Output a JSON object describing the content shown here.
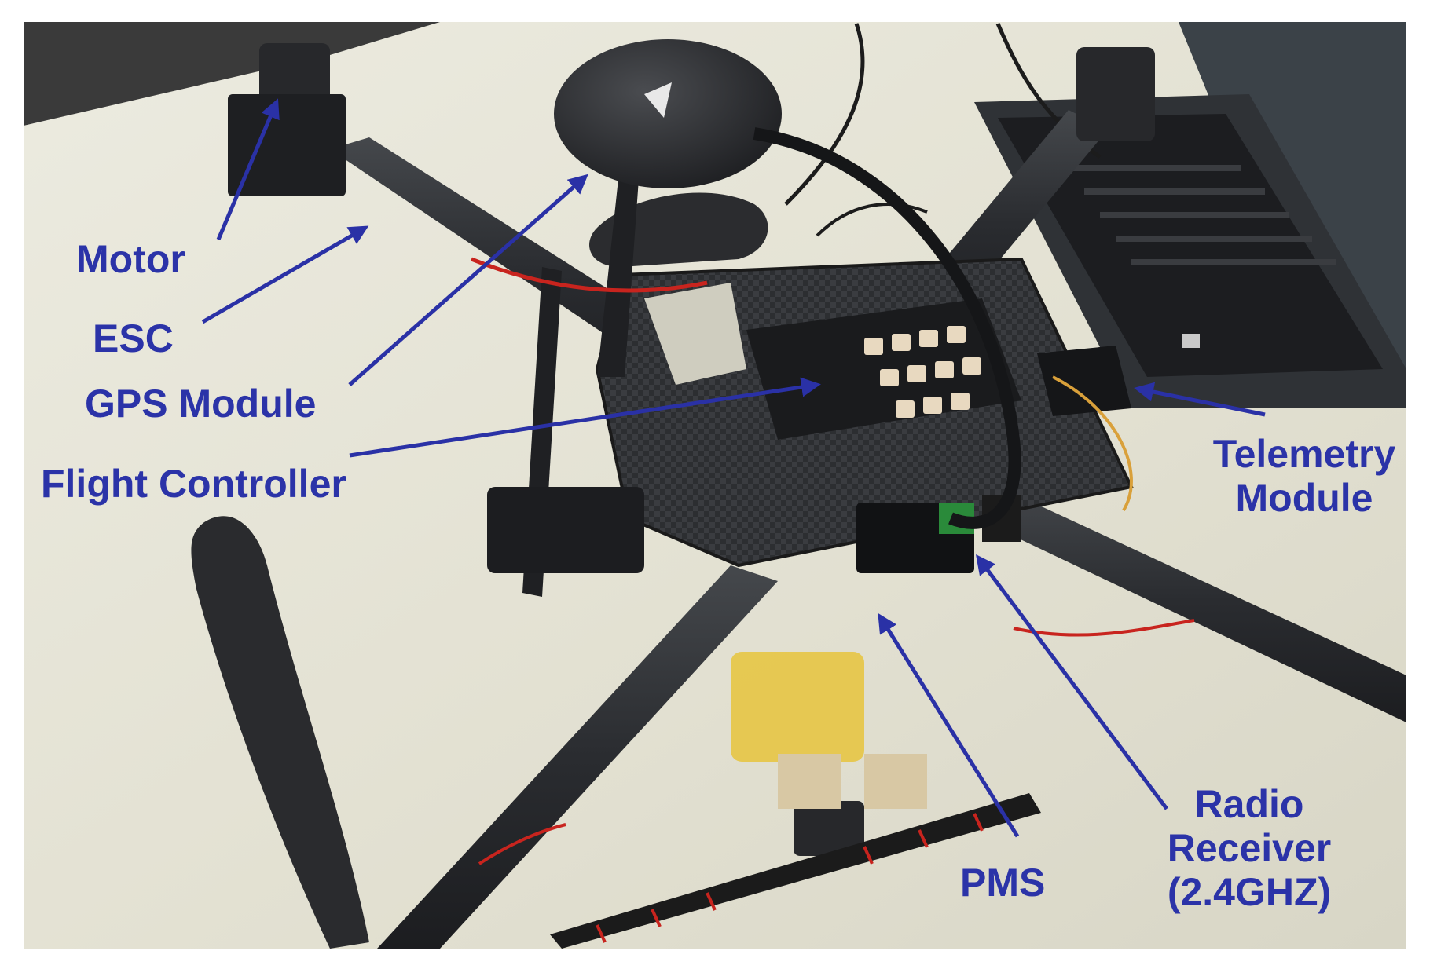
{
  "colors": {
    "label": "#2b33a8",
    "arrow": "#2a31a6",
    "table": "#e6e4d6",
    "carbon": "#2b2d30",
    "wire_red": "#c8241e"
  },
  "labels": {
    "motor": "Motor",
    "esc": "ESC",
    "gps_module": "GPS Module",
    "flight_controller": "Flight Controller",
    "telemetry_line1": "Telemetry",
    "telemetry_line2": "Module",
    "pms": "PMS",
    "radio_line1": "Radio",
    "radio_line2": "Receiver",
    "radio_line3": "(2.4GHZ)"
  }
}
